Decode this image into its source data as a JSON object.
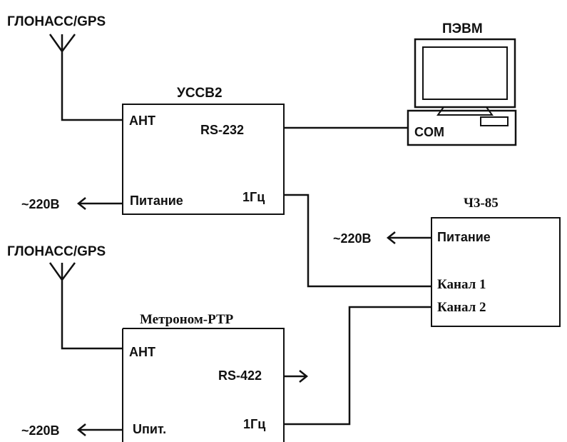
{
  "antennas": [
    {
      "label": "ГЛОНАСС/GPS"
    },
    {
      "label": "ГЛОНАСС/GPS"
    }
  ],
  "computer": {
    "title": "ПЭВМ",
    "port": "COM"
  },
  "ussv2": {
    "title": "УССВ2",
    "ant": "АНТ",
    "rs232": "RS-232",
    "power": "Питание",
    "pulse": "1Гц",
    "mains": "~220В"
  },
  "ch385": {
    "title": "Ч3-85",
    "power": "Питание",
    "ch1": "Канал 1",
    "ch2": "Канал 2",
    "mains": "~220В"
  },
  "metronom": {
    "title": "Метроном-РТР",
    "ant": "АНТ",
    "rs422": "RS-422",
    "power": "Uпит.",
    "pulse": "1Гц",
    "mains": "~220В"
  }
}
